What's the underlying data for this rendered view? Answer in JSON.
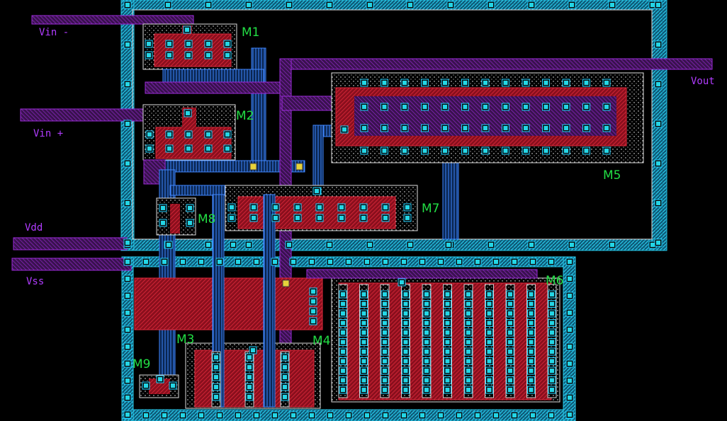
{
  "colors": {
    "background": "#000000",
    "metal1": "#2f6fd6",
    "metal2": "#9b2bd8",
    "poly": "#d11d2f",
    "diffusion": "#ffffff",
    "contact": "#23d6e6",
    "via": "#e6d23a",
    "label_pin": "#b13cff",
    "label_device": "#22dd44"
  },
  "pins": {
    "vin_minus": "Vin -",
    "vin_plus": "Vin +",
    "vdd": "Vdd",
    "vss": "Vss",
    "vout": "Vout"
  },
  "devices": {
    "m1": "M1",
    "m2": "M2",
    "m3": "M3",
    "m4": "M4",
    "m5": "M5",
    "m6": "M6",
    "m7": "M7",
    "m8": "M8",
    "m9": "M9"
  }
}
